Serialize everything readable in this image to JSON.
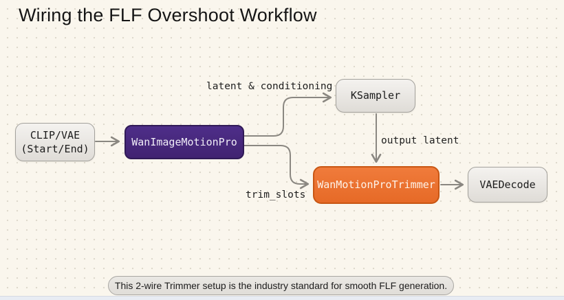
{
  "title": "Wiring the FLF Overshoot Workflow",
  "nodes": {
    "clip_vae": {
      "line1": "CLIP/VAE",
      "line2": "(Start/End)"
    },
    "wan_image_motion_pro": {
      "label": "WanImageMotionPro"
    },
    "ksampler": {
      "label": "KSampler"
    },
    "wan_motion_pro_trimmer": {
      "label": "WanMotionProTrimmer"
    },
    "vae_decode": {
      "label": "VAEDecode"
    }
  },
  "edge_labels": {
    "latent_conditioning": "latent & conditioning",
    "output_latent": "output latent",
    "trim_slots": "trim_slots"
  },
  "caption": "This 2-wire Trimmer setup is the industry standard for smooth FLF generation.",
  "colors": {
    "background": "#FAF6ED",
    "dot_grid": "#DED9CC",
    "node_gray_fill": "#E9E6E2",
    "node_gray_border": "#A3A19C",
    "node_purple_fill": "#47297E",
    "node_purple_border": "#301A56",
    "node_orange_fill": "#EC7231",
    "node_orange_border": "#C85613",
    "edge_stroke": "#8A8781",
    "title_text": "#151515",
    "node_light_text": "#F5F1EC",
    "bottom_strip": "#E8ECF3"
  }
}
